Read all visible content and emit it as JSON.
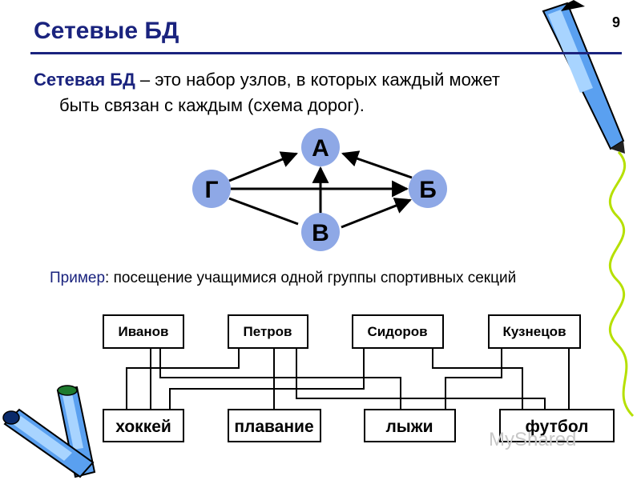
{
  "slide": {
    "title": "Сетевые БД",
    "page_number": "9",
    "definition_term": "Сетевая БД",
    "definition_line1": " – это набор узлов, в которых каждый может",
    "definition_line2": "быть связан с каждым (схема дорог).",
    "example_label": "Пример",
    "example_text": ": посещение учащимися одной группы спортивных секций",
    "watermark": "MyShared"
  },
  "graph": {
    "nodes": {
      "a": "А",
      "b": "Б",
      "v": "В",
      "g": "Г"
    },
    "node_color": "#8ea8e6",
    "edge_color": "#000000"
  },
  "students": [
    "Иванов",
    "Петров",
    "Сидоров",
    "Кузнецов"
  ],
  "sections": [
    "хоккей",
    "плавание",
    "лыжи",
    "футбол"
  ],
  "icons": {
    "decoration_top_right": "crayon-icon",
    "decoration_bottom_left": "crayon-icon"
  }
}
